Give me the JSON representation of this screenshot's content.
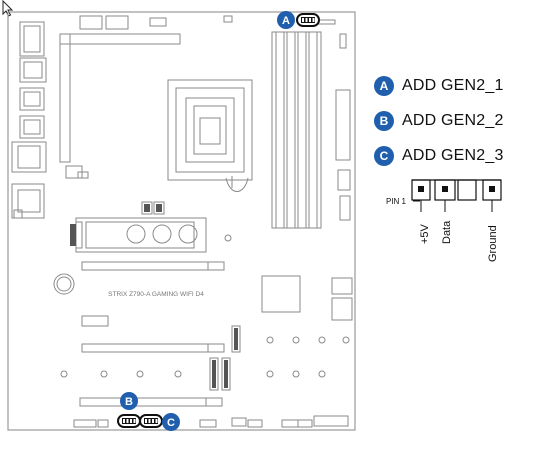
{
  "cursor_icon": "mouse-pointer-icon",
  "board": {
    "model_silk": "STRIX Z790-A GAMING WIFI D4"
  },
  "markers": {
    "a": "A",
    "b": "B",
    "c": "C"
  },
  "legend": {
    "items": [
      {
        "letter": "A",
        "label": "ADD GEN2_1"
      },
      {
        "letter": "B",
        "label": "ADD GEN2_2"
      },
      {
        "letter": "C",
        "label": "ADD GEN2_3"
      }
    ]
  },
  "pinout": {
    "pin1_label": "PIN 1",
    "pins": [
      "+5V",
      "Data",
      "",
      "Ground"
    ]
  },
  "colors": {
    "accent_blue": "#1f5fae",
    "line": "#8a8a8a",
    "dark": "#111111"
  }
}
